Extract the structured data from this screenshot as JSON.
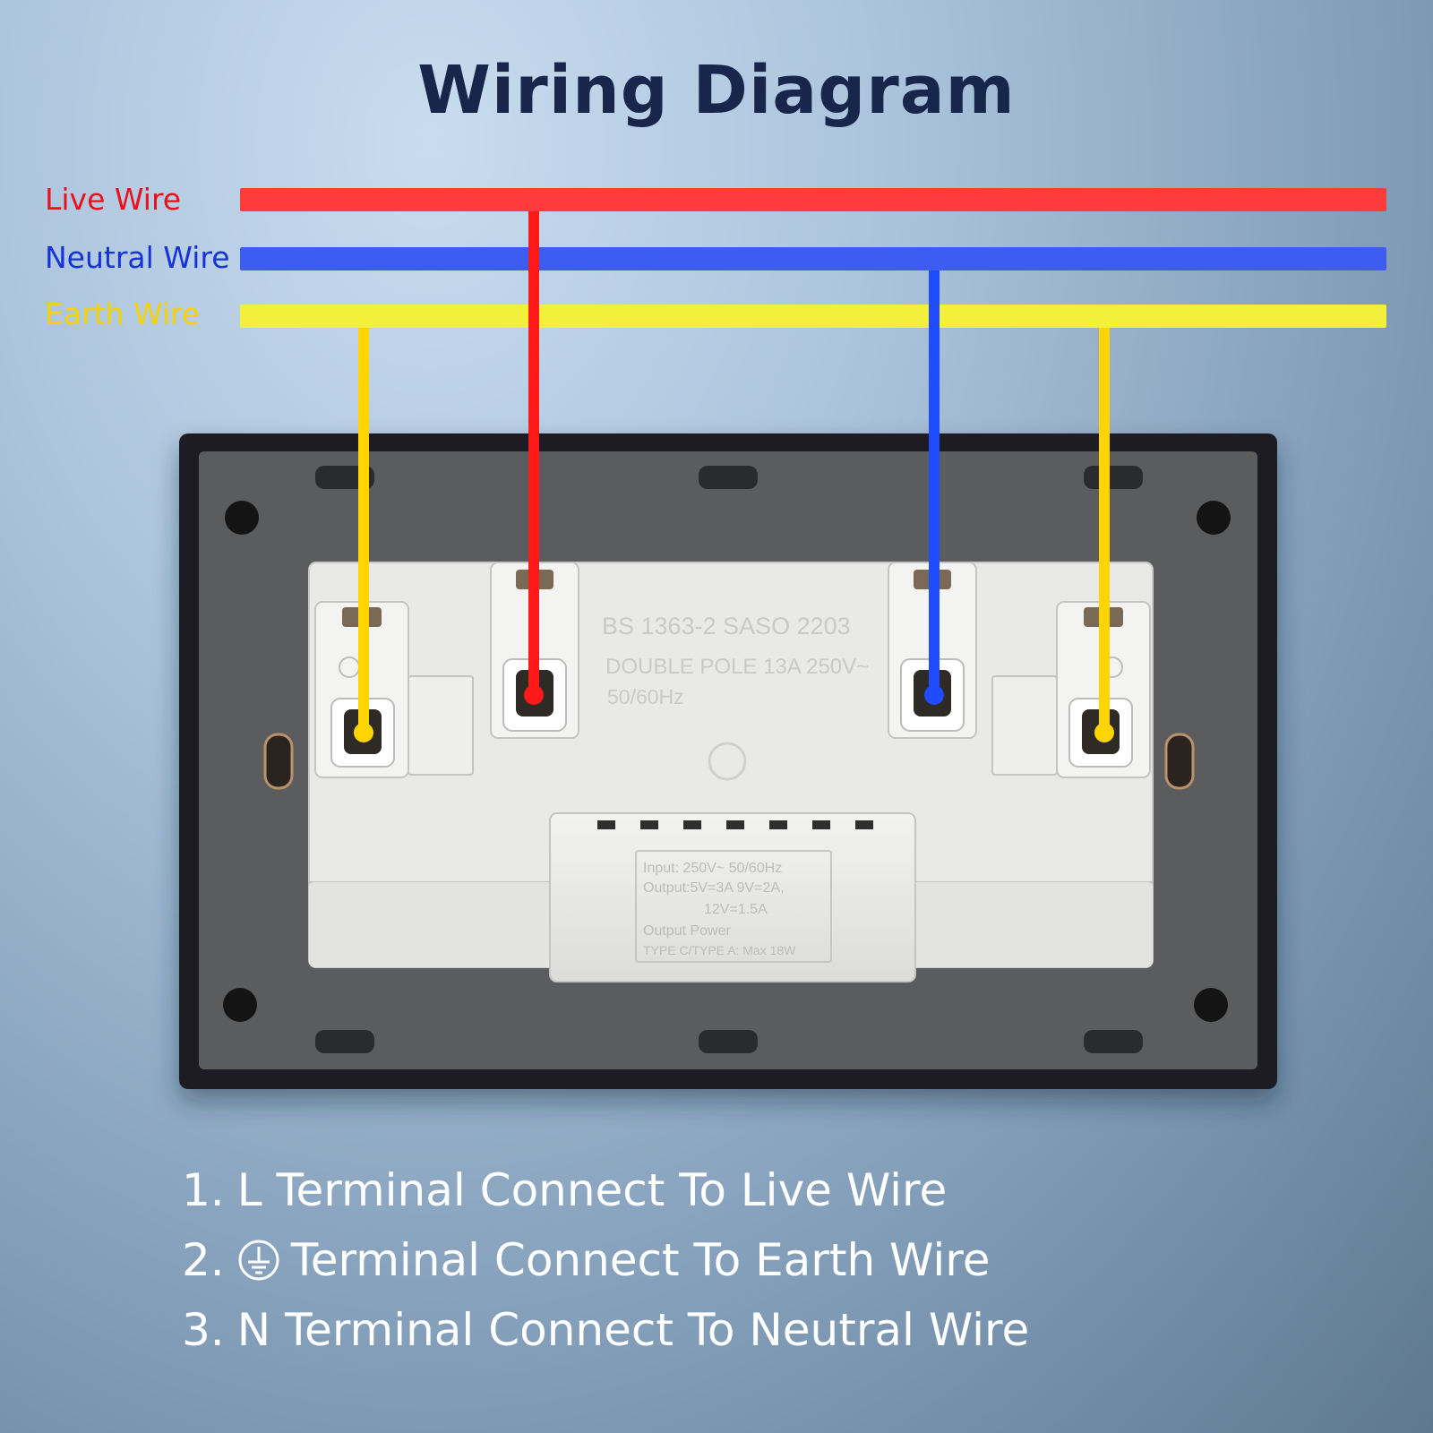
{
  "title": "Wiring Diagram",
  "wires": {
    "live": {
      "label": "Live Wire",
      "color": "#ff3b3b",
      "label_color": "#e8111d"
    },
    "neutral": {
      "label": "Neutral Wire",
      "color": "#3f5cf0",
      "label_color": "#1533d6"
    },
    "earth": {
      "label": "Earth Wire",
      "color": "#f2f03a",
      "label_color": "#f5d300"
    }
  },
  "drop_colors": {
    "live": "#ff1a1a",
    "neutral": "#1f4cff",
    "earth": "#ffd400"
  },
  "plate_text": {
    "line1": "BS 1363-2 SASO 2203",
    "line2": "DOUBLE POLE 13A 250V~",
    "line3": "50/60Hz"
  },
  "module_label": {
    "line1": "Input: 250V~ 50/60Hz",
    "line2": "Output:5V=3A 9V=2A,",
    "line3": "12V=1.5A",
    "line4": "Output Power",
    "line5": "TYPE C/TYPE A: Max 18W"
  },
  "legend": [
    {
      "num": "1.",
      "text": "L Terminal Connect To Live Wire",
      "icon": null
    },
    {
      "num": "2.",
      "text": "Terminal Connect To Earth Wire",
      "icon": "earth-ground-icon"
    },
    {
      "num": "3.",
      "text": "N Terminal Connect To Neutral Wire",
      "icon": null
    }
  ]
}
